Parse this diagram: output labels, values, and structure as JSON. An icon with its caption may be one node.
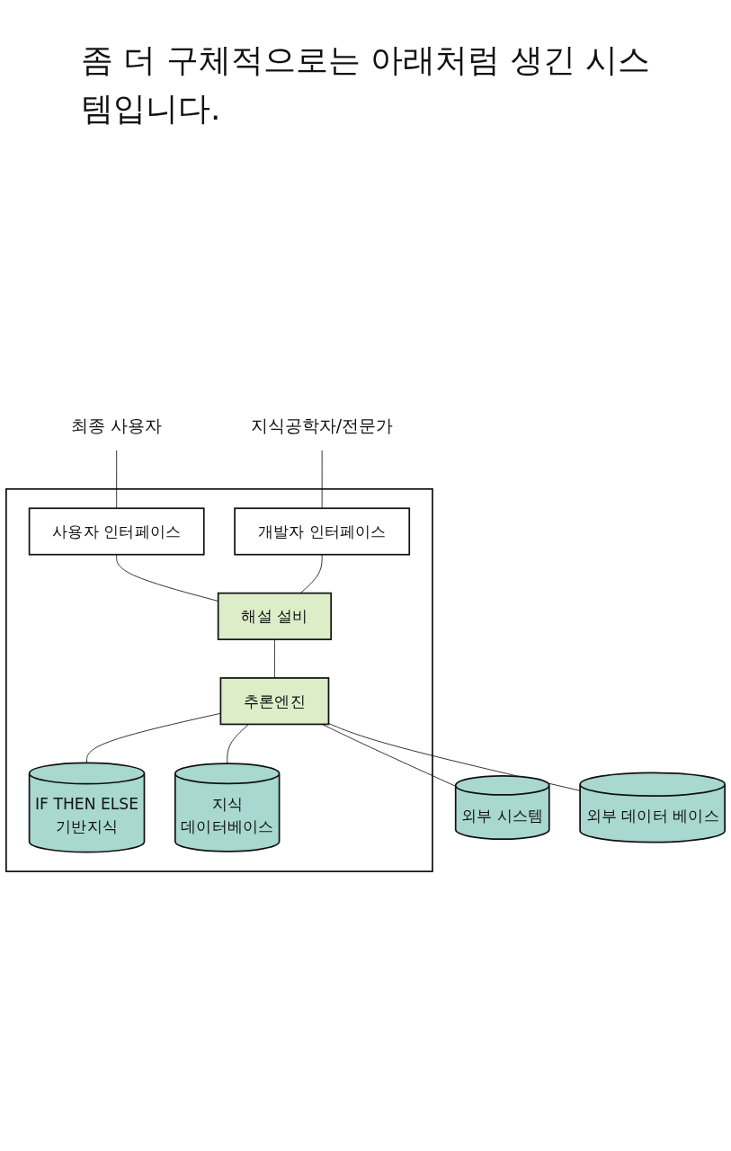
{
  "diagram": {
    "title": "좀 더 구체적으로는 아래처럼 생긴 시스템입니다.",
    "nodes": [
      {
        "text": [
          "최종 사용자"
        ]
      },
      {
        "text": [
          "지식공학자/전문가"
        ]
      },
      {
        "text": [],
        "shape": "box"
      },
      {
        "text": [
          "사용자 인터페이스"
        ],
        "in": 2
      },
      {
        "text": [
          "개발자 인터페이스"
        ],
        "in": 2
      },
      {
        "text": [
          "해설 설비"
        ],
        "in": 2
      },
      {
        "text": [
          "추론엔진"
        ],
        "in": 2
      },
      {
        "text": [
          "IF THEN ELSE",
          "기반지식"
        ],
        "in": 2
      },
      {
        "text": [
          "지식",
          "데이터베이스"
        ],
        "in": 2
      },
      {
        "text": [
          "외부 시스템"
        ]
      },
      {
        "text": [
          "외부 데이터 베이스"
        ]
      }
    ],
    "edges": [
      {
        "from": 0,
        "to": 3,
        "arrow": "none"
      },
      {
        "from": 1,
        "to": 4,
        "arrow": "none"
      },
      {
        "from": 3,
        "to": 5,
        "arrow": "none"
      },
      {
        "from": 4,
        "to": 5,
        "arrow": "none"
      },
      {
        "from": 5,
        "to": 6,
        "arrow": "none"
      },
      {
        "from": 6,
        "to": 7,
        "arrow": "none"
      },
      {
        "from": 6,
        "to": 8,
        "arrow": "none"
      },
      {
        "from": 6,
        "to": 9,
        "arrow": "none"
      },
      {
        "from": 6,
        "to": 10,
        "arrow": "none"
      }
    ]
  }
}
